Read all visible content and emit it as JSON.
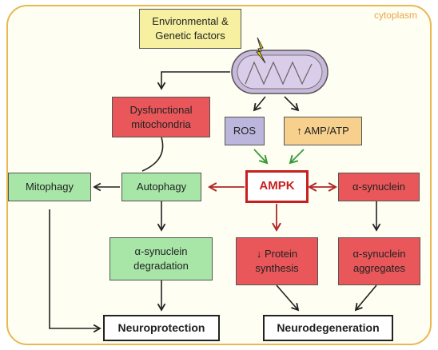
{
  "labels": {
    "cytoplasm": "cytoplasm",
    "env_line1": "Environmental &",
    "env_line2": "Genetic factors",
    "dysf_line1": "Dysfunctional",
    "dysf_line2": "mitochondria",
    "ros": "ROS",
    "amp_atp": "↑ AMP/ATP",
    "mitophagy": "Mitophagy",
    "autophagy": "Autophagy",
    "ampk": "AMPK",
    "asyn": "α-synuclein",
    "asyn_deg_line1": "α-synuclein",
    "asyn_deg_line2": "degradation",
    "protein_line1": "↓ Protein",
    "protein_line2": "synthesis",
    "asyn_agg_line1": "α-synuclein",
    "asyn_agg_line2": "aggregates",
    "neuroprotection": "Neuroprotection",
    "neurodegeneration": "Neurodegeneration"
  },
  "colors": {
    "frame_border": "#e9b850",
    "yellow_box": "#f6f0a0",
    "red_box": "#e9575a",
    "green_box": "#a8e6a8",
    "purple_box": "#bcb6dc",
    "orange_box": "#f7d08e",
    "ampk_red": "#c8201f",
    "green_arrow": "#3a9a3a",
    "red_arrow": "#b02828"
  }
}
